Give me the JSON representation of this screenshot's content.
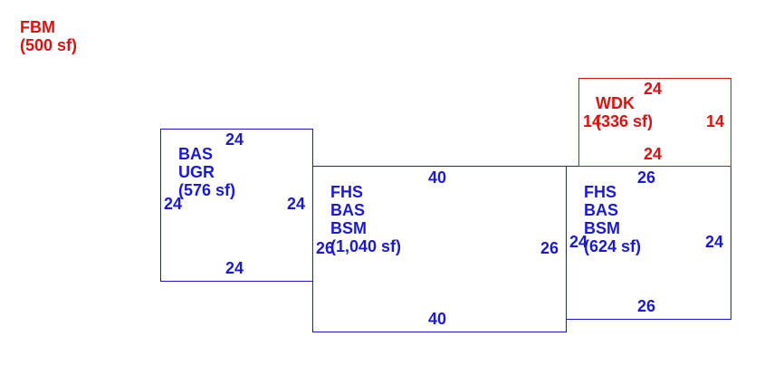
{
  "colors": {
    "living": "#1a1ad4",
    "deck": "#e01010"
  },
  "fbm": {
    "code": "FBM",
    "area": "(500 sf)"
  },
  "wdk": {
    "code": "WDK",
    "area": "(336 sf)",
    "top": "24",
    "bottom": "24",
    "left": "14",
    "right": "14"
  },
  "left_section": {
    "line1": "BAS",
    "line2": "UGR",
    "area": "(576 sf)",
    "top": "24",
    "bottom": "24",
    "left": "24",
    "right": "24"
  },
  "mid_section": {
    "line1": "FHS",
    "line2": "BAS",
    "line3": "BSM",
    "area": "(1,040 sf)",
    "top": "40",
    "bottom": "40",
    "left": "26",
    "right": "26"
  },
  "right_section": {
    "line1": "FHS",
    "line2": "BAS",
    "line3": "BSM",
    "area": "(624 sf)",
    "top": "26",
    "bottom": "26",
    "left": "24",
    "right": "24"
  }
}
